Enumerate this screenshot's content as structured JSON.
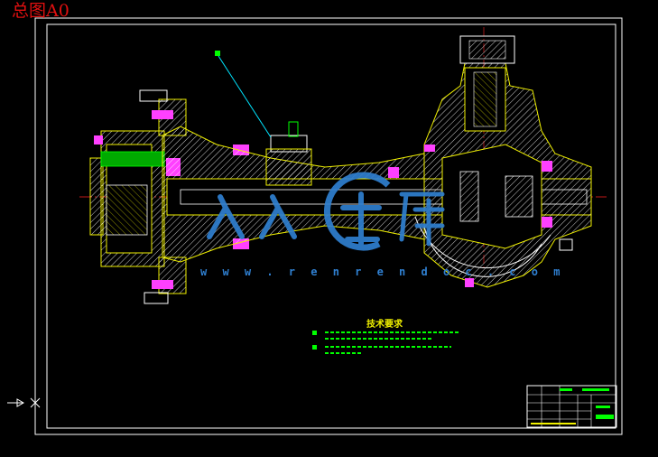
{
  "drawing": {
    "title": "总图A0",
    "watermark_url": "w w w . r e n r e n d o c . c o m",
    "notes_heading": "技术要求"
  },
  "colors": {
    "background": "#000000",
    "frame": "#ffffff",
    "outline": "#f0f000",
    "fill": "#00ff00",
    "hatch": "#ffffff",
    "center_line": "#ff2020",
    "bolt": "#ff40ff",
    "leader": "#00e5ff",
    "watermark": "#2f7fd0"
  },
  "icons": {
    "cursor": "ucs-cursor-icon",
    "logo": "renrendoc-logo-icon"
  }
}
